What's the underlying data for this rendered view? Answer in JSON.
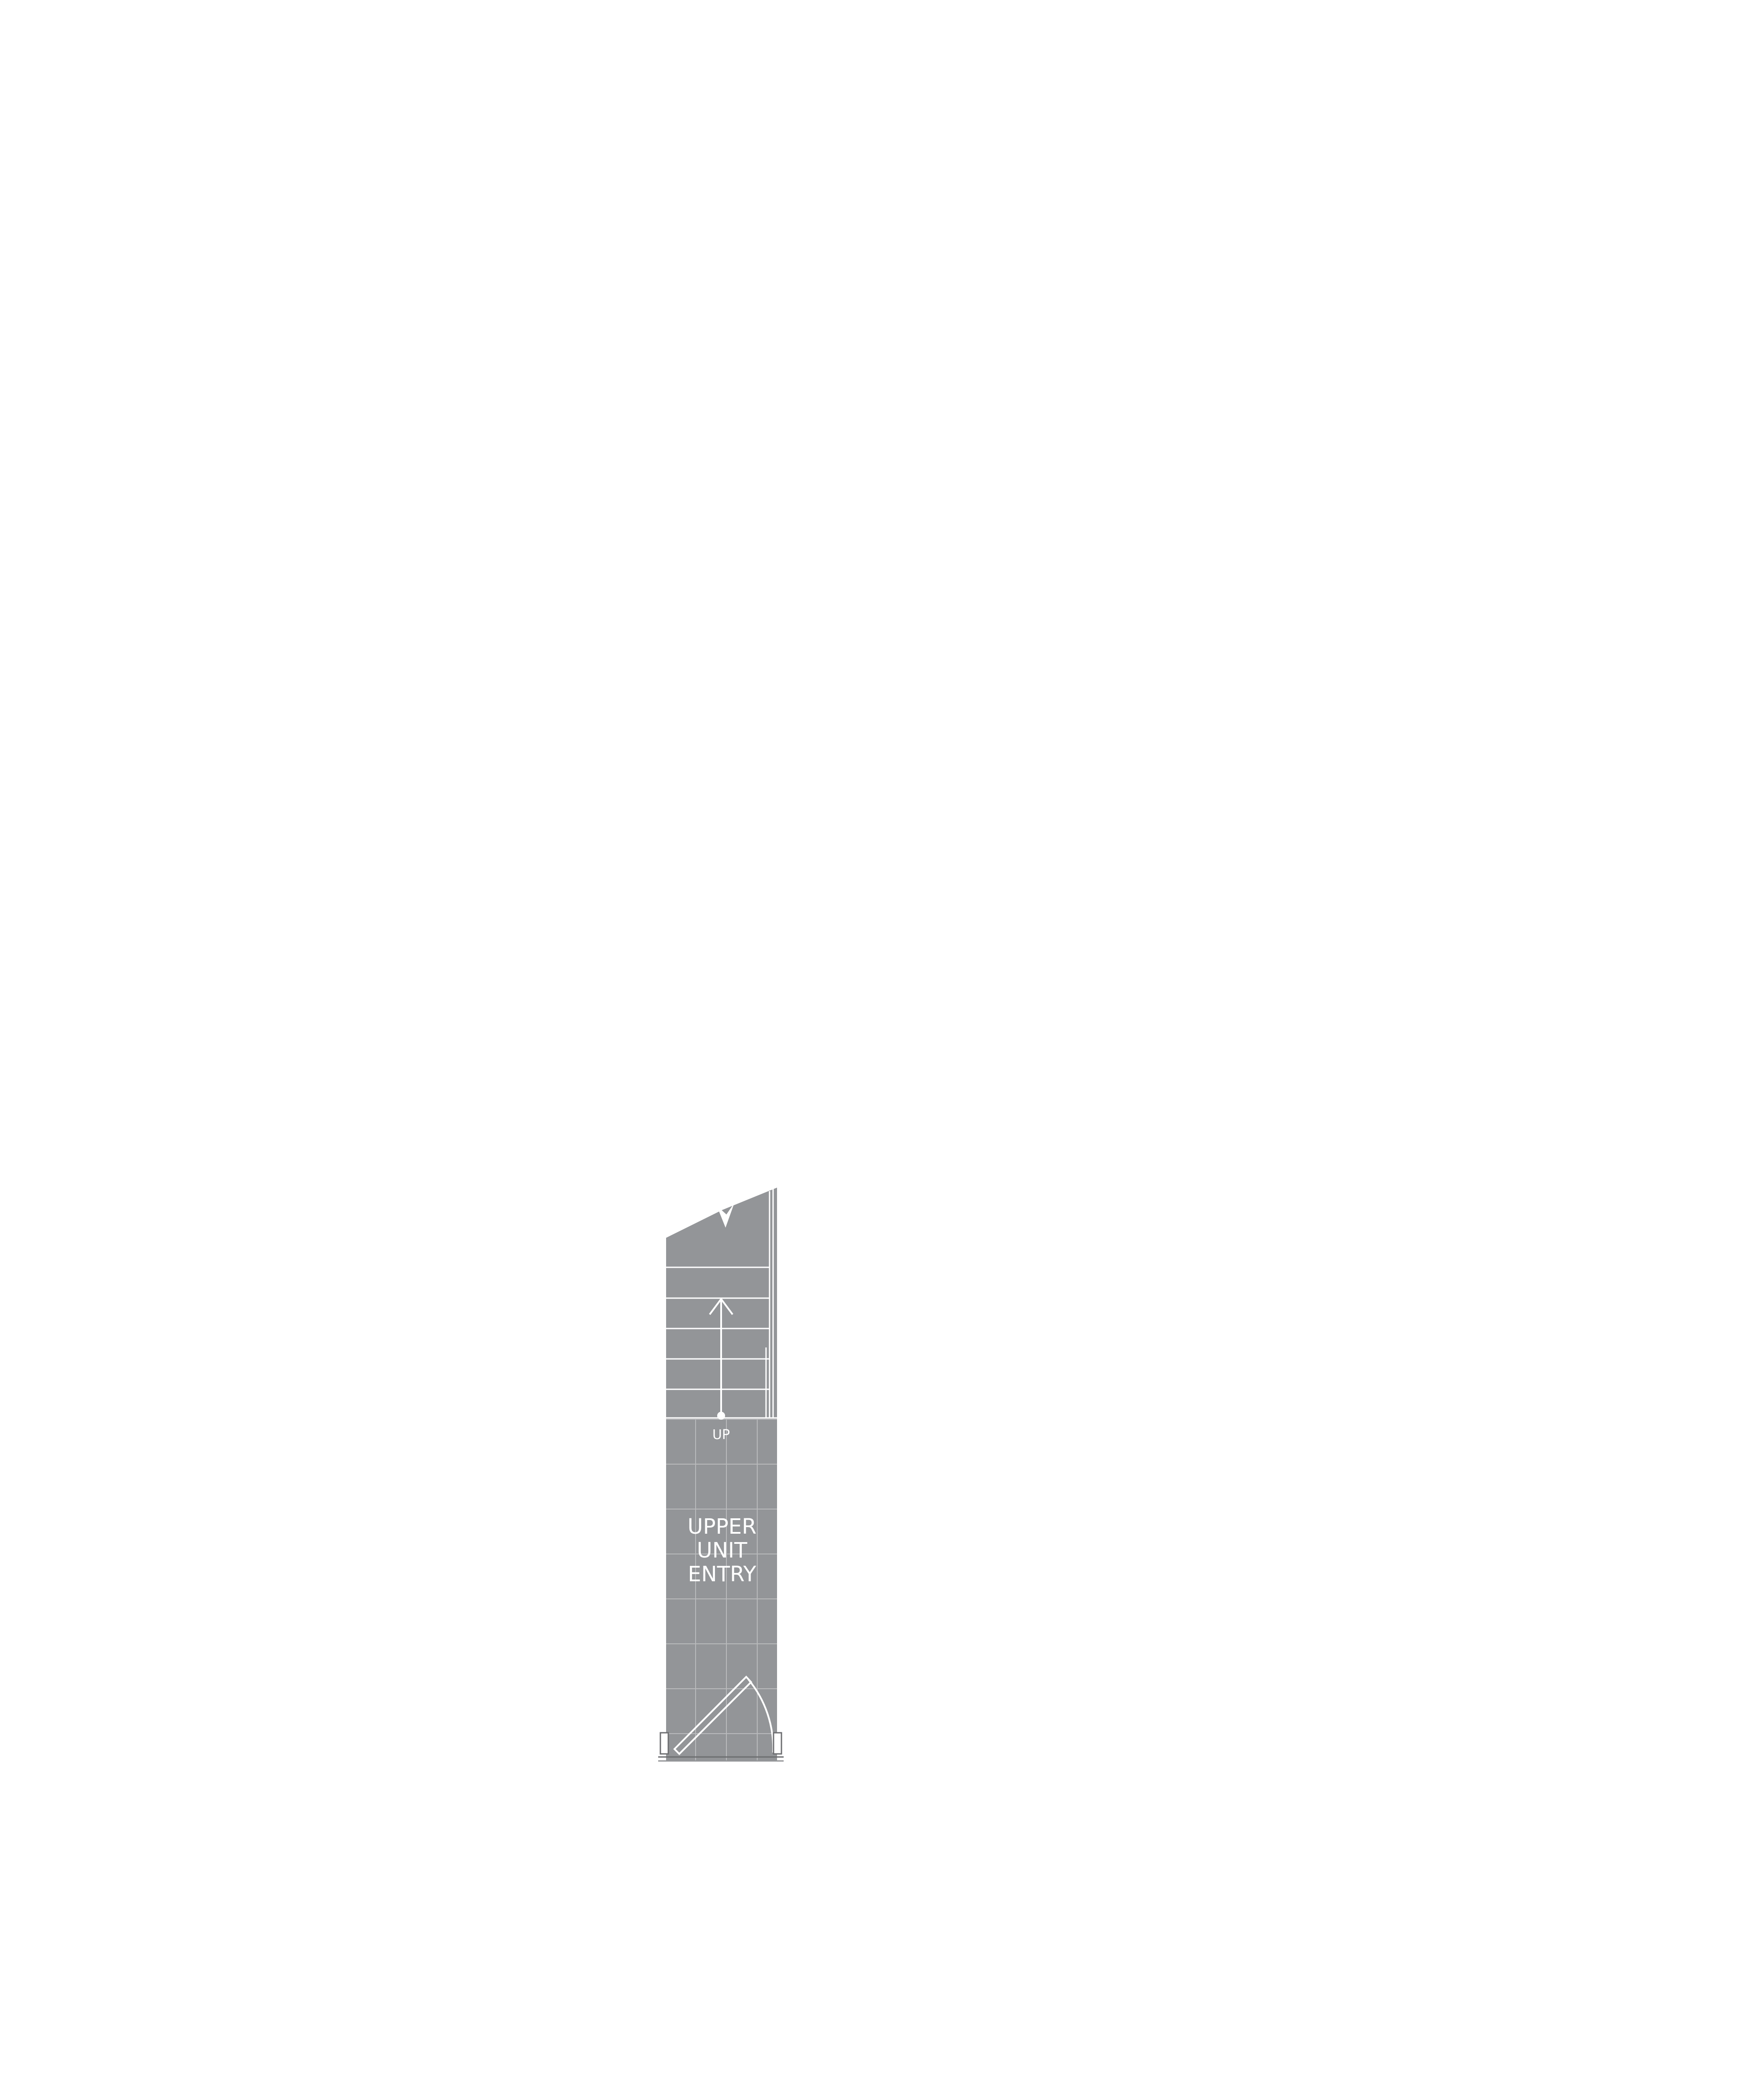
{
  "diagram": {
    "stair_label": "UP",
    "room_label_lines": [
      "UPPER",
      "UNIT",
      "ENTRY"
    ]
  },
  "colors": {
    "background": "#ffffff",
    "floor_fill": "#939598",
    "line_white": "#ffffff",
    "grid_line": "#b9babc",
    "wall_outline": "#6d6e71"
  }
}
